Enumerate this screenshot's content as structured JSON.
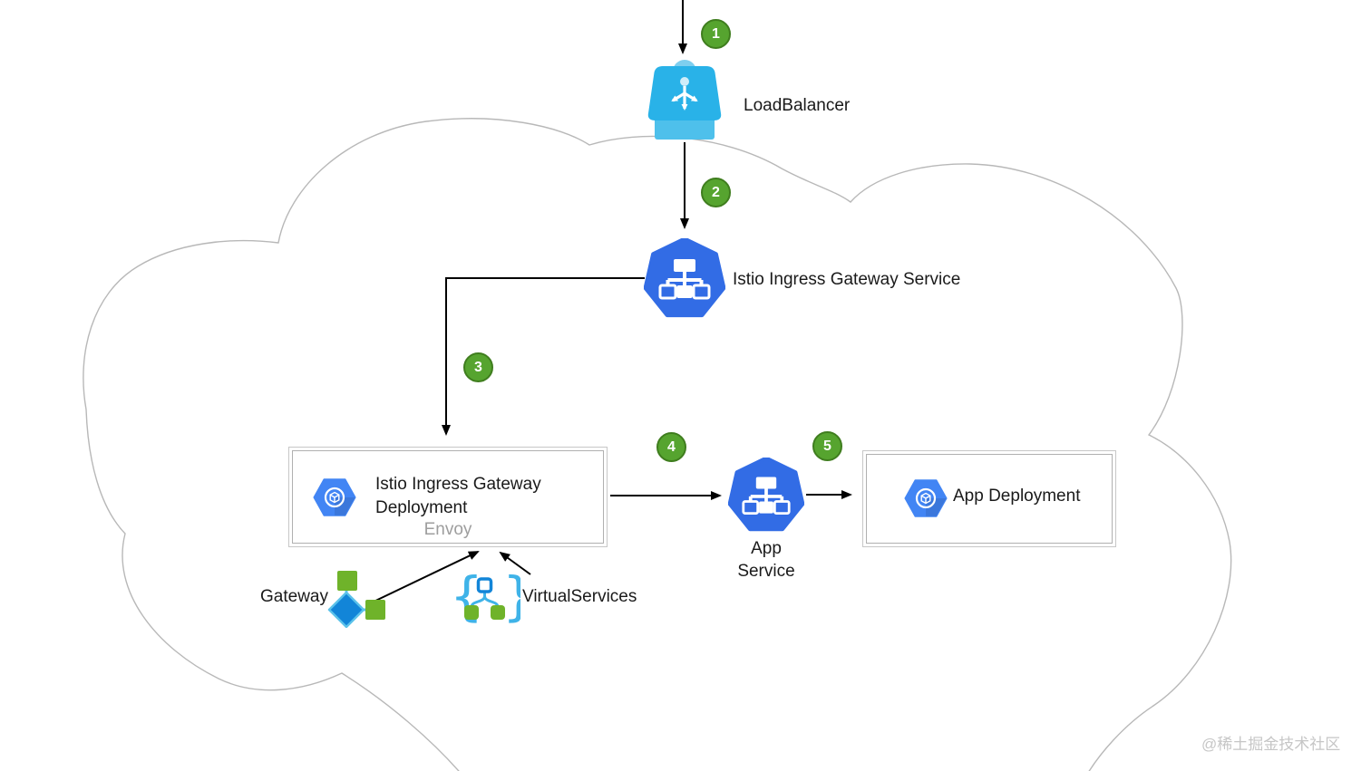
{
  "badges": [
    "1",
    "2",
    "3",
    "4",
    "5"
  ],
  "nodes": {
    "load_balancer": {
      "label": "LoadBalancer",
      "icon": "gcp-load-balancer-icon"
    },
    "ingress_service": {
      "label": "Istio Ingress Gateway Service",
      "icon": "k8s-service-icon"
    },
    "ingress_deployment": {
      "label_line1": "Istio Ingress Gateway",
      "label_line2": "Deployment",
      "sublabel": "Envoy",
      "icon": "gke-deployment-icon"
    },
    "app_service": {
      "label_line1": "App",
      "label_line2": "Service",
      "icon": "k8s-service-icon"
    },
    "app_deployment": {
      "label": "App Deployment",
      "icon": "gke-deployment-icon"
    },
    "gateway": {
      "label": "Gateway",
      "icon": "istio-gateway-icon"
    },
    "virtual_services": {
      "label": "VirtualServices",
      "icon": "istio-virtualservices-icon",
      "brace_left": "{",
      "brace_right": "}"
    }
  },
  "watermark": "@稀土掘金技术社区",
  "colors": {
    "k8s_service_blue": "#326CE5",
    "gke_deployment_blue": "#4285F4",
    "load_balancer_cyan": "#29B2E8",
    "badge_green": "#56A42F",
    "badge_border_green": "#3F7D1E",
    "istio_green": "#6FB32A",
    "istio_light_blue": "#3FB3E8",
    "istio_dark_blue": "#1285D8",
    "cloud_outline_gray": "#B8B8B8",
    "arrow_black": "#000000",
    "envoy_gray": "#9E9E9E",
    "watermark_gray": "#C6C6C6"
  }
}
